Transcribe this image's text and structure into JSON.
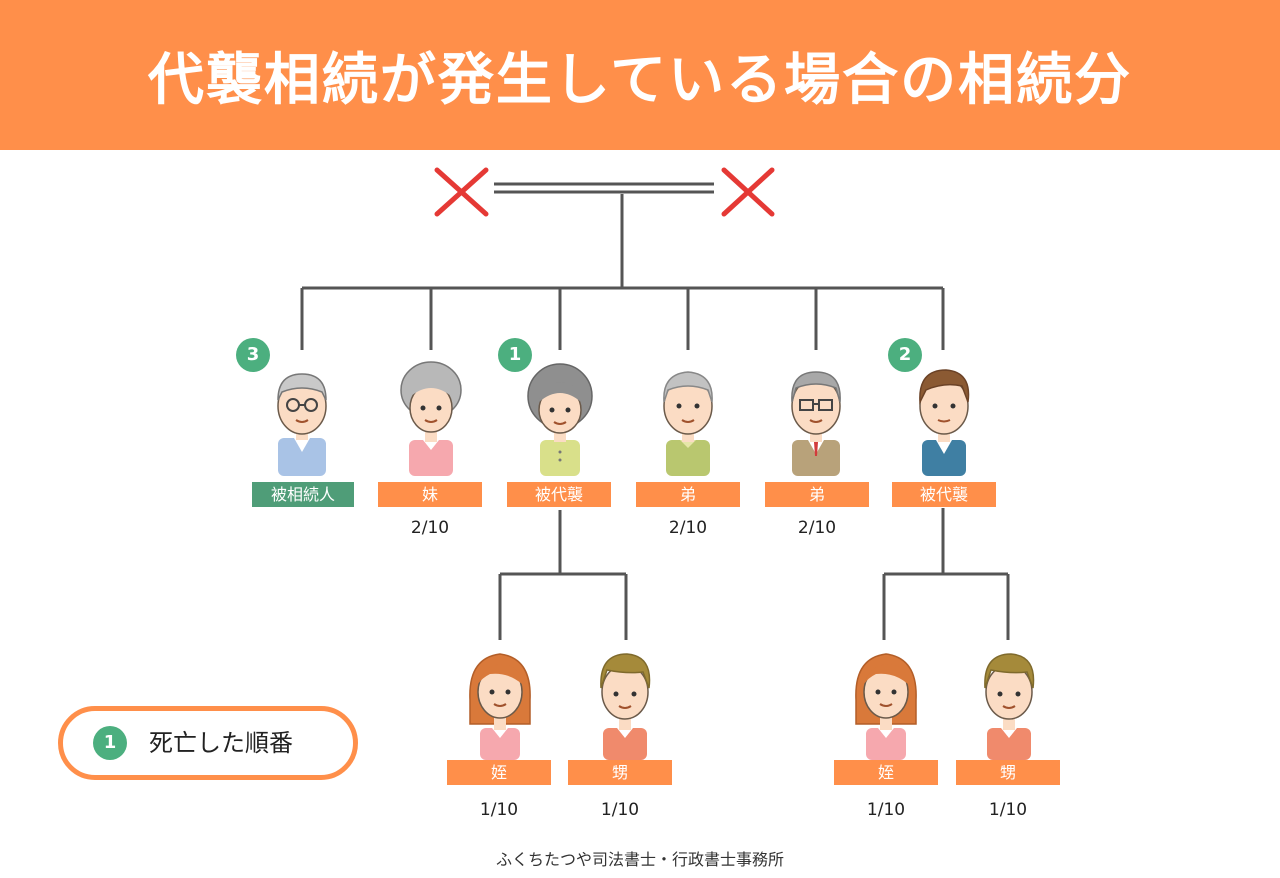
{
  "header": {
    "title": "代襲相続が発生している場合の相続分"
  },
  "colors": {
    "header_bg": "#ff8f4a",
    "label_orange": "#ff8f4a",
    "label_green": "#4f9d78",
    "badge_green": "#4caf7f",
    "cross_red": "#e53935",
    "line_gray": "#555555"
  },
  "parents": {
    "father_mark": "cross-mark",
    "mother_mark": "cross-mark"
  },
  "siblings": [
    {
      "label": "被相続人",
      "share": "",
      "badge": "3"
    },
    {
      "label": "妹",
      "share": "2/10",
      "badge": ""
    },
    {
      "label": "被代襲",
      "share": "",
      "badge": "1"
    },
    {
      "label": "弟",
      "share": "2/10",
      "badge": ""
    },
    {
      "label": "弟",
      "share": "2/10",
      "badge": ""
    },
    {
      "label": "被代襲",
      "share": "",
      "badge": "2"
    }
  ],
  "children": [
    {
      "label": "姪",
      "share": "1/10"
    },
    {
      "label": "甥",
      "share": "1/10"
    },
    {
      "label": "姪",
      "share": "1/10"
    },
    {
      "label": "甥",
      "share": "1/10"
    }
  ],
  "legend": {
    "badge": "1",
    "text": "死亡した順番"
  },
  "footer": {
    "credit": "ふくちたつや司法書士・行政書士事務所"
  }
}
